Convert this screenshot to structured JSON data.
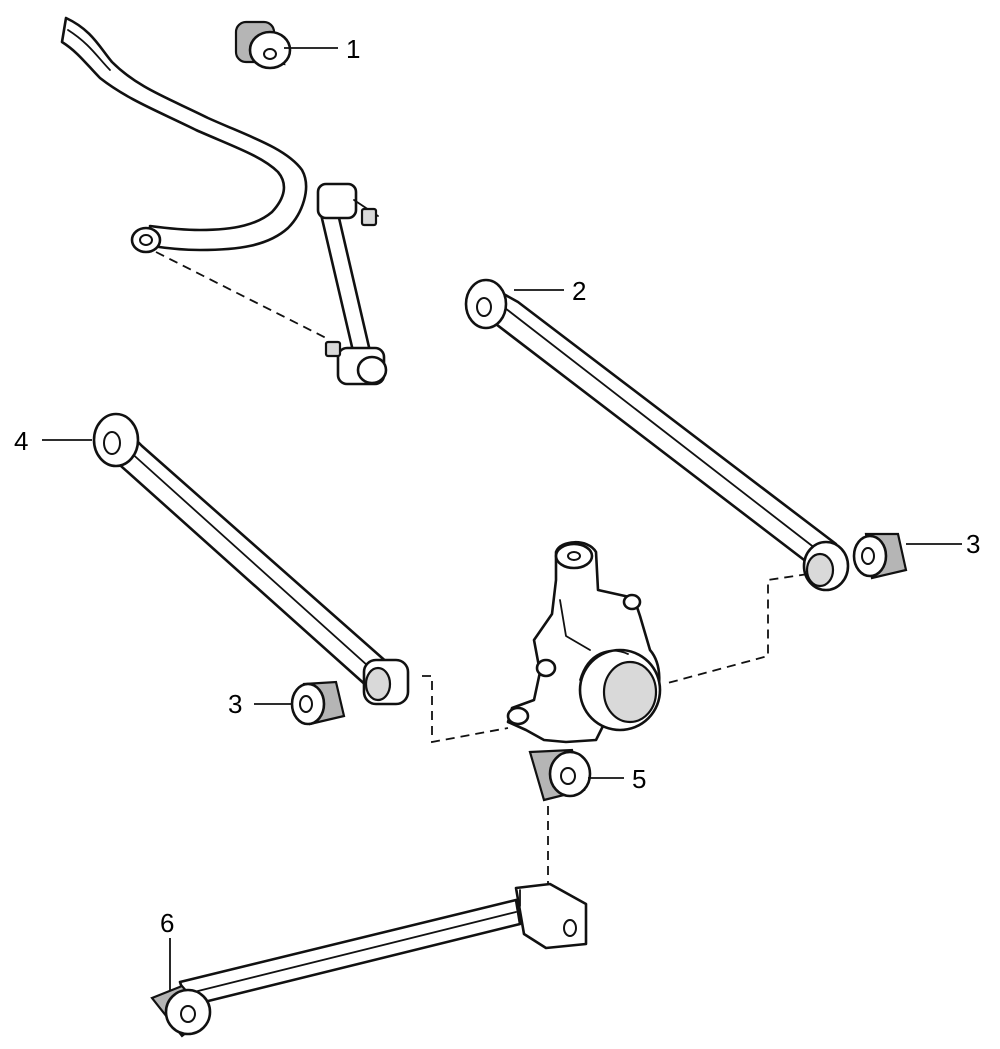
{
  "callouts": [
    {
      "id": "c1",
      "label": "1"
    },
    {
      "id": "c2",
      "label": "2"
    },
    {
      "id": "c3a",
      "label": "3"
    },
    {
      "id": "c3b",
      "label": "3"
    },
    {
      "id": "c4",
      "label": "4"
    },
    {
      "id": "c5",
      "label": "5"
    },
    {
      "id": "c6",
      "label": "6"
    }
  ],
  "colors": {
    "line": "#111111",
    "background": "#ffffff",
    "shade": "#d9d9d9"
  }
}
